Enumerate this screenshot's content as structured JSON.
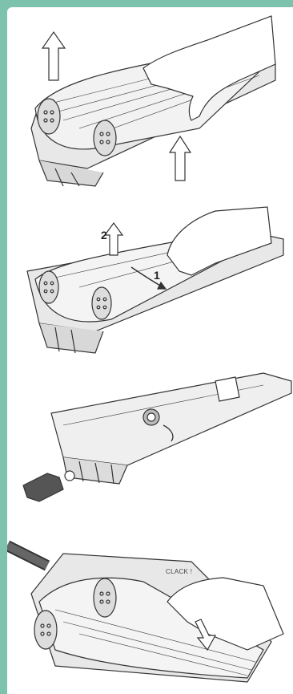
{
  "steps": {
    "step1": {},
    "step2": {
      "label_1": "1",
      "label_2": "2"
    },
    "step3": {},
    "step4": {
      "clack": "CLACK !"
    }
  },
  "colors": {
    "background": "#7cc2ad",
    "panel": "#ffffff",
    "line": "#333333",
    "fill": "#e6e6e6",
    "dark": "#555555"
  }
}
